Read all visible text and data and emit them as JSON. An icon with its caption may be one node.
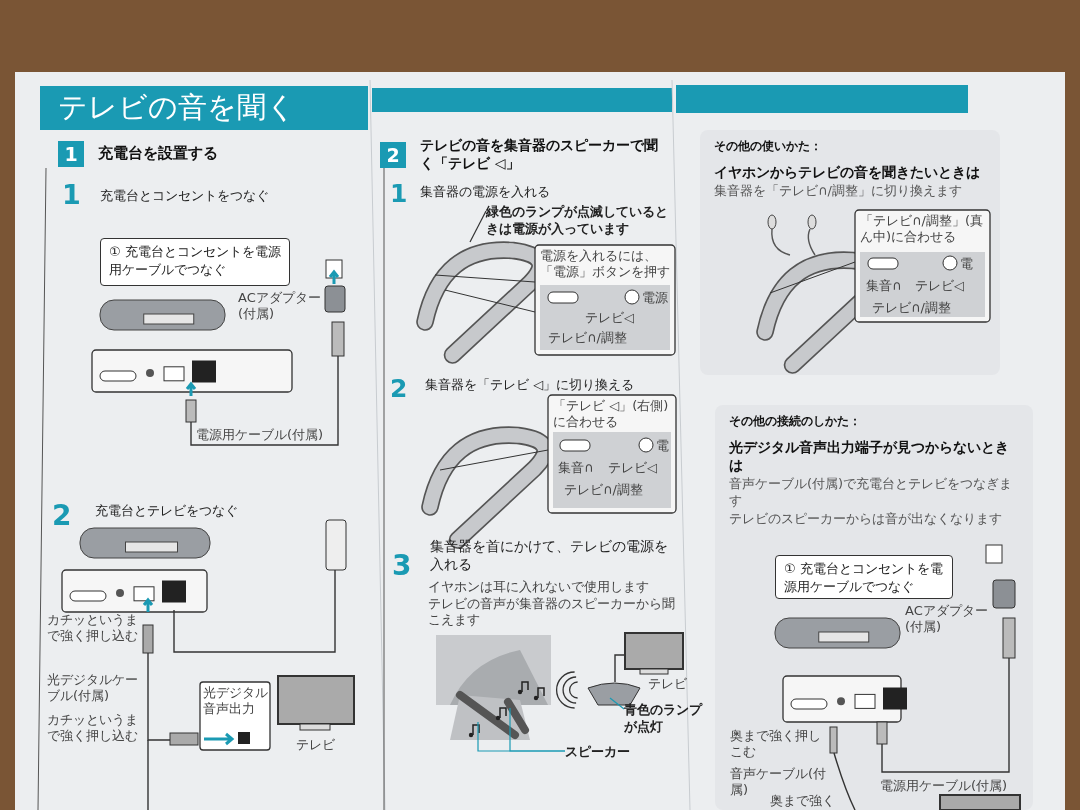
{
  "diagram": {
    "title": "テレビの音を聞く",
    "nodes": [
      {
        "text": [
          "① 充電台とコンセントを電源用ケーブルでつなぐ"
        ]
      },
      {
        "text": [
          "その他の使いかた：",
          "イヤホンからテレビの音を聞きたいときは",
          "集音器を「テレビ∩/調整」に切り換えます"
        ]
      },
      {
        "text": [
          "その他の接続のしかた：",
          "光デジタル音声出力端子が見つからないときは",
          "音声ケーブル(付属)で充電台とテレビをつなぎます",
          "テレビのスピーカーからは音が出なくなります"
        ]
      },
      {
        "text": [
          "① 充電台とコンセントを電源用ケーブルでつなぐ"
        ],
        "in": 2
      },
      {
        "text": [
          "緑色のランプが点滅しているときは電源が入っています"
        ]
      },
      {
        "text": [
          "青色のランプが点灯"
        ]
      },
      {
        "text": [
          "スピーカー"
        ]
      }
    ],
    "edges": [
      {
        "from": 4,
        "to": null,
        "arrow": "none",
        "color": "#333333"
      },
      {
        "from": 5,
        "to": null,
        "arrow": "none"
      },
      {
        "from": 6,
        "to": null,
        "arrow": "none"
      },
      {
        "from": 6,
        "to": null,
        "arrow": "none"
      }
    ],
    "labels": [
      "1",
      "充電台を設置する",
      "1",
      "充電台とコンセントをつなぐ",
      "ACアダプター(付属)",
      "電源用ケーブル(付属)",
      "2",
      "充電台とテレビをつなぐ",
      "カチッというまで強く押し込む",
      "光デジタルケーブル(付属)",
      "光デジタル音声出力",
      "テレビ",
      "カチッというまで強く押し込む",
      "2",
      "テレビの音を集音器のスピーカーで聞く「テレビ ◁」",
      "1",
      "集音器の電源を入れる",
      "電源を入れるには、「電源」ボタンを押す",
      "電源",
      "テレビ◁",
      "テレビ∩/調整",
      "2",
      "集音器を「テレビ ◁」に切り換える",
      "「テレビ ◁」(右側)に合わせる",
      "電",
      "集音∩",
      "テレビ◁",
      "テレビ∩/調整",
      "3",
      "集音器を首にかけて、テレビの電源を入れる",
      "イヤホンは耳に入れないで使用します",
      "テレビの音声が集音器のスピーカーから聞こえます",
      "テレビ",
      "「テレビ∩/調整」(真ん中)に合わせる",
      "電",
      "集音∩",
      "テレビ◁",
      "テレビ∩/調整",
      "ACアダプター(付属)",
      "奥まで強く押しこむ",
      "電源用ケーブル(付属)",
      "音声ケーブル(付属)",
      "奥まで強く"
    ]
  }
}
